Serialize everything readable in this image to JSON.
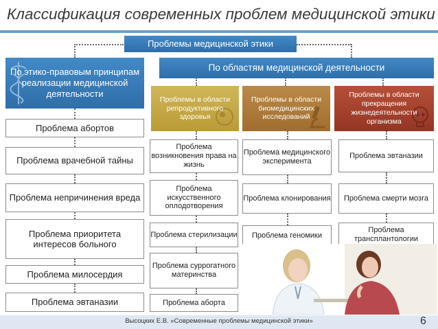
{
  "title": "Классификация современных проблем медицинской этики",
  "root_label": "Проблемы медицинской этики",
  "left": {
    "header": "По этико-правовым принципам реализации медицинской деятельности",
    "items": [
      "Проблема абортов",
      "Проблема врачебной тайны",
      "Проблема непричинения вреда",
      "Проблема приоритета интересов больного",
      "Проблема милосердия",
      "Проблема эвтаназии"
    ]
  },
  "right": {
    "header": "По областям медицинской деятельности",
    "categories": [
      {
        "label": "Проблемы в области репродуктивного здоровья",
        "items": [
          "Проблема возникновения права на жизнь",
          "Проблема искусственного оплодотворения",
          "Проблема стерилизации",
          "Проблема суррогатного материнства",
          "Проблема аборта"
        ]
      },
      {
        "label": "Проблемы в области биомедицинских исследований",
        "items": [
          "Проблема медицинского эксперимента",
          "Проблема клонирования",
          "Проблема геномики"
        ]
      },
      {
        "label": "Проблемы в области прекращения жизнедеятельности организма",
        "items": [
          "Проблема эвтаназии",
          "Проблема смерти мозга",
          "Проблема трансплантологии"
        ]
      }
    ]
  },
  "colors": {
    "blue_header": "#3a7ebd",
    "category_reproductive": "#c9ad47",
    "category_biomedical": "#b07d3c",
    "category_termination": "#a8442f"
  },
  "footer": {
    "text": "Высоцких Е.В. «Современные проблемы медицинской этики»",
    "page_number": "6"
  }
}
